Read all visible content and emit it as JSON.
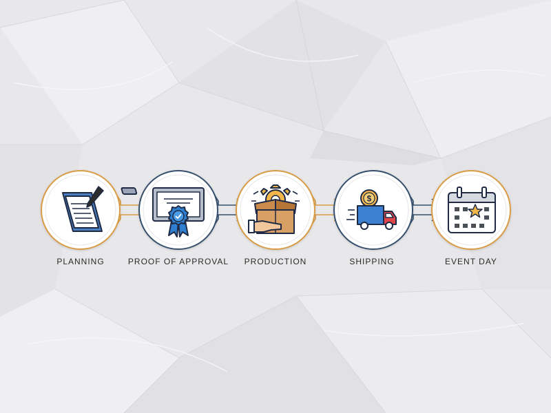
{
  "steps": [
    {
      "label": "PLANNING",
      "icon": "clipboard-icon",
      "ring_color": "#d99b45"
    },
    {
      "label": "PROOF OF APPROVAL",
      "icon": "certificate-icon",
      "ring_color": "#34506d"
    },
    {
      "label": "PRODUCTION",
      "icon": "production-box-icon",
      "ring_color": "#d99b45"
    },
    {
      "label": "SHIPPING",
      "icon": "delivery-truck-icon",
      "ring_color": "#34506d"
    },
    {
      "label": "EVENT DAY",
      "icon": "calendar-icon",
      "ring_color": "#d99b45"
    }
  ],
  "colors": {
    "accent_orange": "#d99b45",
    "accent_navy": "#34506d",
    "background": "#e9e9ea"
  }
}
